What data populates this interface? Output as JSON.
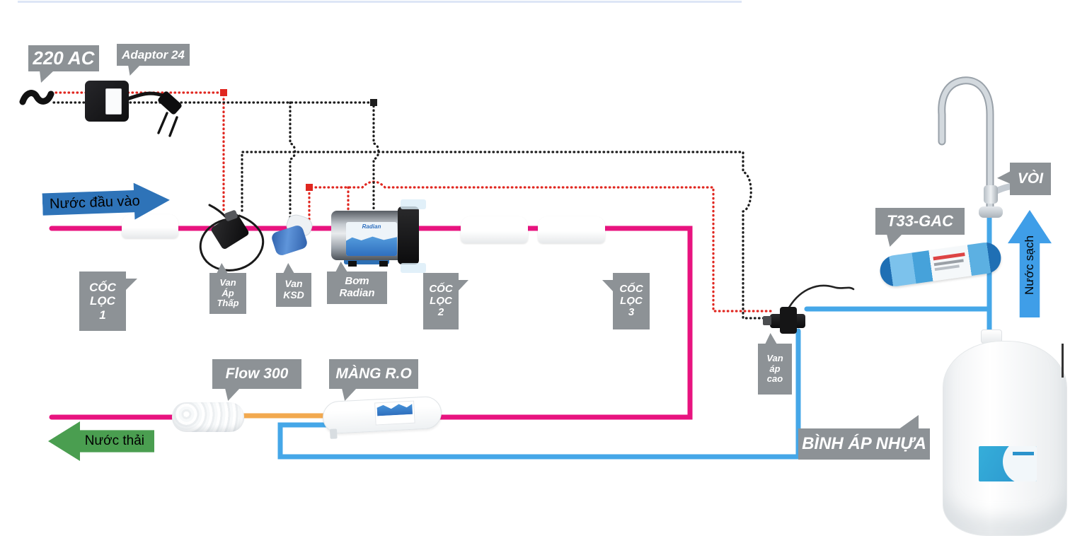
{
  "diagram": "RO water purifier wiring and plumbing schematic",
  "labels": {
    "power": "220 AC",
    "adaptor": "Adaptor 24",
    "filter1": [
      "CỐC",
      "LỌC",
      "1"
    ],
    "filter2": [
      "CỐC",
      "LỌC",
      "2"
    ],
    "filter3": [
      "CỐC",
      "LỌC",
      "3"
    ],
    "low_pressure_valve": [
      "Van",
      "Áp",
      "Thấp"
    ],
    "ksd_valve": [
      "Van",
      "KSD"
    ],
    "pump": [
      "Bơm",
      "Radian"
    ],
    "pump_body_text": "Radian",
    "flow_restrictor": "Flow 300",
    "membrane": "MÀNG R.O",
    "t33": "T33-GAC",
    "faucet": "VÒI",
    "high_pressure_valve": [
      "Van",
      "áp",
      "cao"
    ],
    "tank": "BÌNH ÁP NHỰA"
  },
  "arrows": {
    "inlet": "Nước đầu vào",
    "waste": "Nước thải",
    "clean": "Nước sạch"
  },
  "colors": {
    "pink": "#e8137f",
    "blue_pipe": "#45a7e8",
    "orange": "#f2a94f",
    "wire_red": "#e02720",
    "wire_black": "#1d1d1d",
    "label_gray": "#8d9296",
    "arrow_blue": "#2e73b8",
    "arrow_green": "#4a9e50",
    "arrow_lightblue": "#3f9ee8"
  }
}
